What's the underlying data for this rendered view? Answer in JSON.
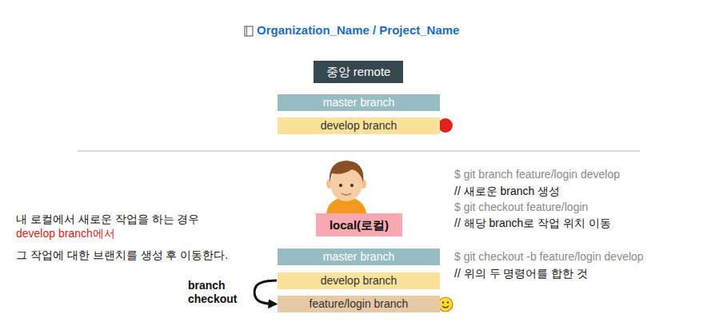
{
  "diagram": {
    "title": "Organization_Name / Project_Name",
    "nodes": [
      {
        "text": [
          "중앙 remote"
        ]
      },
      {
        "text": [
          "master branch"
        ]
      },
      {
        "text": [
          "develop branch"
        ]
      },
      {
        "text": [
          "local(로컬)"
        ]
      },
      {
        "text": [
          "master branch"
        ]
      },
      {
        "text": [
          "develop branch"
        ]
      },
      {
        "text": [
          "feature/login branch"
        ]
      }
    ],
    "edges": [
      {
        "from": 5,
        "to": 6,
        "arrow": "to",
        "label": "branch checkout"
      }
    ],
    "labels": [
      "$ git branch feature/login develop",
      "// 새로운 branch 생성",
      "$ git checkout feature/login",
      "// 해당 branch로 작업 위치 이동",
      "$ git checkout -b feature/login develop",
      "// 위의 두 명령어를 합한 것",
      "내 로컬에서 새로운 작업을 하는 경우",
      "develop branch에서",
      "그 작업에 대한 브랜치를 생성 후 이동한다."
    ]
  }
}
